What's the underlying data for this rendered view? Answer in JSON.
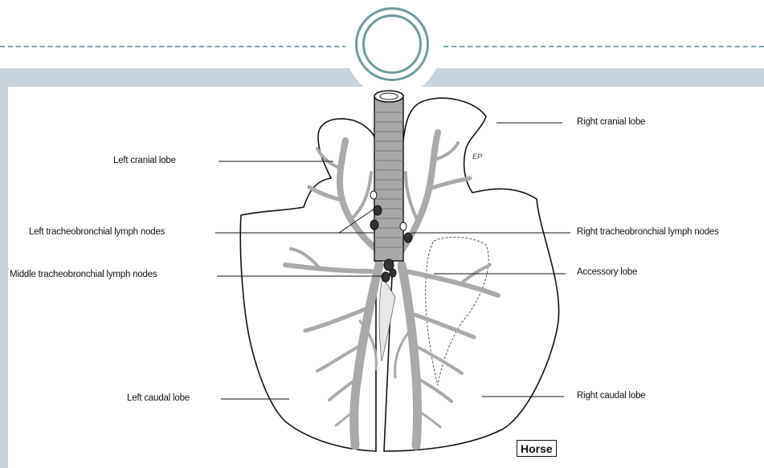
{
  "labels": {
    "left_cranial_lobe": "Left cranial lobe",
    "left_tracheobronchial": "Left tracheobronchial lymph nodes",
    "middle_tracheobronchial": "Middle tracheobronchial lymph nodes",
    "left_caudal_lobe": "Left caudal lobe",
    "right_cranial_lobe": "Right cranial lobe",
    "right_tracheobronchial": "Right tracheobronchial lymph nodes",
    "accessory_lobe": "Accessory lobe",
    "right_caudal_lobe": "Right caudal lobe"
  },
  "species_tag": "Horse",
  "artist_initials": "EP",
  "colors": {
    "background_band": "#c7d4dd",
    "accent_ring": "#6e9a9c",
    "airway_fill": "#a9a9a9",
    "line": "#111111"
  }
}
